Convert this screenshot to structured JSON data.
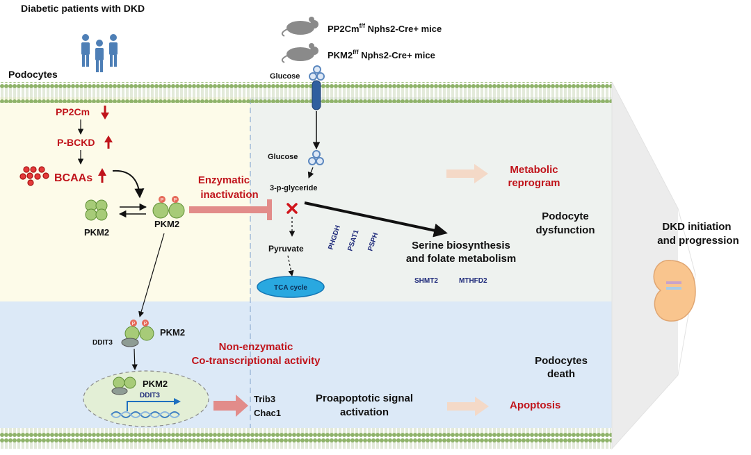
{
  "header": {
    "patients_title": "Diabetic  patients with DKD",
    "podocytes_label": "Podocytes",
    "mouse1_a": "PP2Cm",
    "mouse1_sup": "f/f",
    "mouse1_b": " Nphs2-Cre+ mice",
    "mouse2_a": "PKM2",
    "mouse2_sup": "f/f",
    "mouse2_b": " Nphs2-Cre+ mice"
  },
  "left_panel": {
    "pp2cm": "PP2Cm",
    "pbckd": "P-BCKD",
    "bcaas": "BCAAs",
    "pkm2_left": "PKM2",
    "pkm2_right": "PKM2",
    "phospho": "P",
    "enzymatic_line1": "Enzymatic",
    "enzymatic_line2": "inactivation"
  },
  "glycolysis": {
    "glucose_top": "Glucose",
    "glucose_inner": "Glucose",
    "glyceride": "3-p-glyceride",
    "pyruvate": "Pyruvate",
    "tca": "TCA cycle",
    "enzymes": [
      "PHGDH",
      "PSAT1",
      "PSPH"
    ],
    "serine_line1": "Serine biosynthesis",
    "serine_line2": "and folate metabolism",
    "shmt2": "SHMT2",
    "mthfd2": "MTHFD2",
    "metabolic_line1": "Metabolic",
    "metabolic_line2": "reprogram",
    "dysfunction_line1": "Podocyte",
    "dysfunction_line2": "dysfunction"
  },
  "lower_panel": {
    "ddit3_left": "DDIT3",
    "pkm2_complex": "PKM2",
    "nonenzymatic_line1": "Non-enzymatic",
    "nonenzymatic_line2": "Co-transcriptional activity",
    "pkm2_nucleus": "PKM2",
    "ddit3_nucleus": "DDIT3",
    "trib3": "Trib3",
    "chac1": "Chac1",
    "proapoptotic_line1": "Proapoptotic signal",
    "proapoptotic_line2": "activation",
    "apoptosis": "Apoptosis",
    "death_line1": "Podocytes",
    "death_line2": "death"
  },
  "outcome": {
    "line1": "DKD initiation",
    "line2": "and progression"
  },
  "colors": {
    "red": "#c0141b",
    "navy": "#1e2a7a",
    "membrane_head": "#8fb36a",
    "cream_bg": "#fdfbe9",
    "gray_bg": "#eef2ef",
    "blue_bg": "#dce9f7",
    "protein_green": "#a7cb78",
    "salmon_arrow": "#e28c8a",
    "peach_arrow": "#f4d9c7"
  }
}
